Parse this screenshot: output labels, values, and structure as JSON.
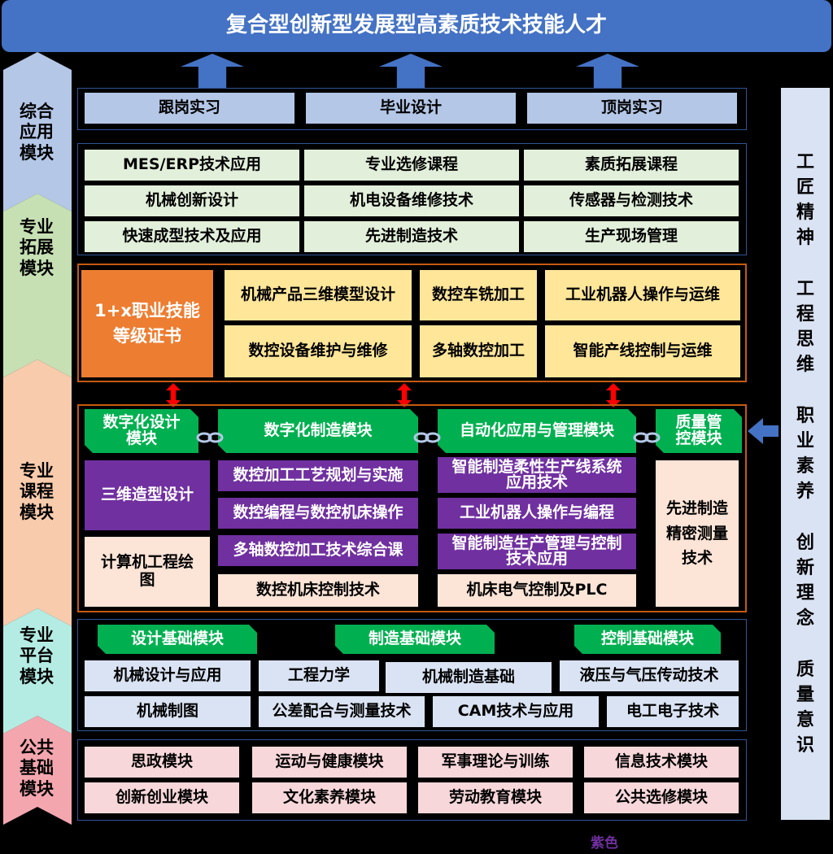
{
  "title": "复合型创新型发展型高素质技术技能人才",
  "levels": [
    {
      "label": "综合\n应用\n模块",
      "color": "#b4c7e7"
    },
    {
      "label": "专业\n拓展\n模块",
      "color": "#c6e0b4"
    },
    {
      "label": "专业\n课程\n模块",
      "color": "#f8cbad"
    },
    {
      "label": "专业\n平台\n模块",
      "color": "#b4ece3"
    },
    {
      "label": "公共\n基础\n模块",
      "color": "#f4a6ae"
    }
  ],
  "comprehensive": [
    "跟岗实习",
    "毕业设计",
    "顶岗实习"
  ],
  "extension": [
    "MES/ERP技术应用",
    "专业选修课程",
    "素质拓展课程",
    "机械创新设计",
    "机电设备维修技术",
    "传感器与检测技术",
    "快速成型技术及应用",
    "先进制造技术",
    "生产现场管理"
  ],
  "certificate": {
    "label": "1+x职业技能\n等级证书",
    "items": [
      "机械产品三维模型设计",
      "数控车铣加工",
      "工业机器人操作与运维",
      "数控设备维护与维修",
      "多轴数控加工",
      "智能产线控制与运维"
    ]
  },
  "course_modules": {
    "tags": [
      "数字化设计\n模块",
      "数字化制造模块",
      "自动化应用与管理模块",
      "质量管\n控模块"
    ],
    "design": [
      "三维造型设计",
      "计算机工程绘\n图"
    ],
    "manufacturing": [
      "数控加工工艺规划与实施",
      "数控编程与数控机床操作",
      "多轴数控加工技术综合课",
      "数控机床控制技术"
    ],
    "automation": [
      "智能制造柔性生产线系统\n应用技术",
      "工业机器人操作与编程",
      "智能制造生产管理与控制\n技术应用",
      "机床电气控制及PLC"
    ],
    "quality": [
      "先进制造\n精密测量\n技术"
    ]
  },
  "platform": {
    "tags": [
      "设计基础模块",
      "制造基础模块",
      "控制基础模块"
    ],
    "row1": [
      "机械设计与应用",
      "工程力学",
      "机械制造基础",
      "液压与气压传动技术"
    ],
    "row2": [
      "机械制图",
      "公差配合与测量技术",
      "CAM技术与应用",
      "电工电子技术"
    ]
  },
  "public_base": [
    "思政模块",
    "运动与健康模块",
    "军事理论与训练",
    "信息技术模块",
    "创新创业模块",
    "文化素养模块",
    "劳动教育模块",
    "公共选修模块"
  ],
  "qualities": [
    "工匠精神",
    "工程思维",
    "职业素养",
    "创新理念",
    "质量意识"
  ],
  "caption": "紫色"
}
